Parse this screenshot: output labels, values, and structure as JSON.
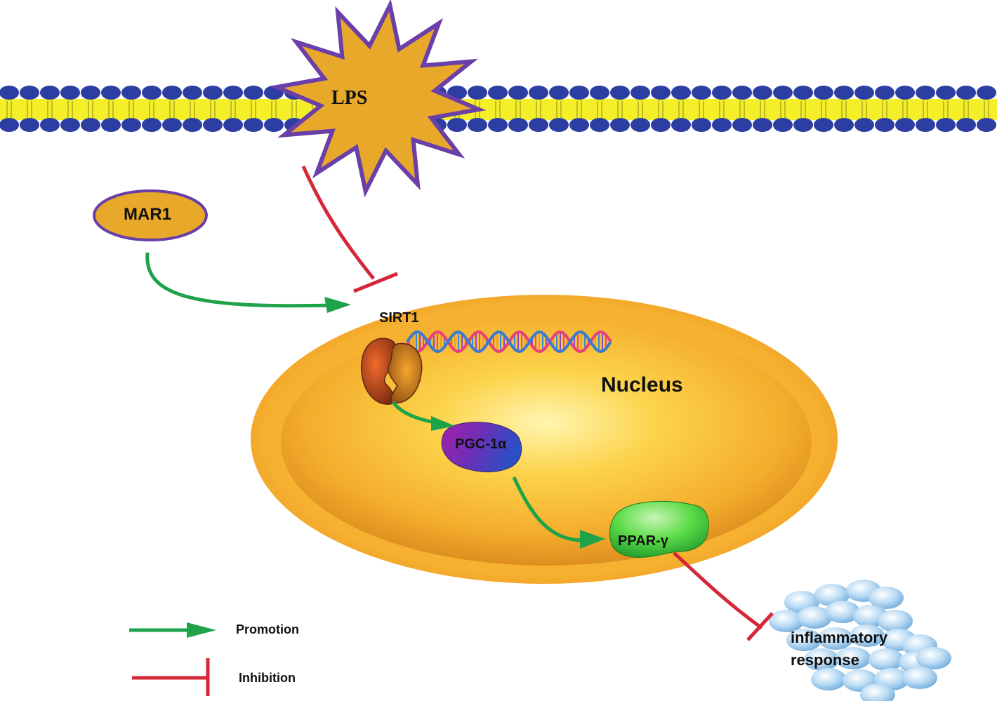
{
  "labels": {
    "lps": "LPS",
    "mar1": "MAR1",
    "sirt1": "SIRT1",
    "nucleus": "Nucleus",
    "pgc": "PGC-1α",
    "ppar": "PPAR-γ",
    "inflammatory_line1": "inflammatory",
    "inflammatory_line2": "response"
  },
  "legend": {
    "promotion": "Promotion",
    "inhibition": "Inhibition"
  },
  "colors": {
    "membrane_head": "#2d3ea3",
    "membrane_tail": "#f5ef2a",
    "lps_fill": "#e8a92b",
    "lps_stroke": "#6a3fa8",
    "nucleus_outer": "#f3a52e",
    "nucleus_inner": "#fde25a",
    "promotion": "#1fa34a",
    "inhibition": "#d4273a",
    "ppar": "#4ccf3c",
    "cloud": "#a9d1f2"
  }
}
